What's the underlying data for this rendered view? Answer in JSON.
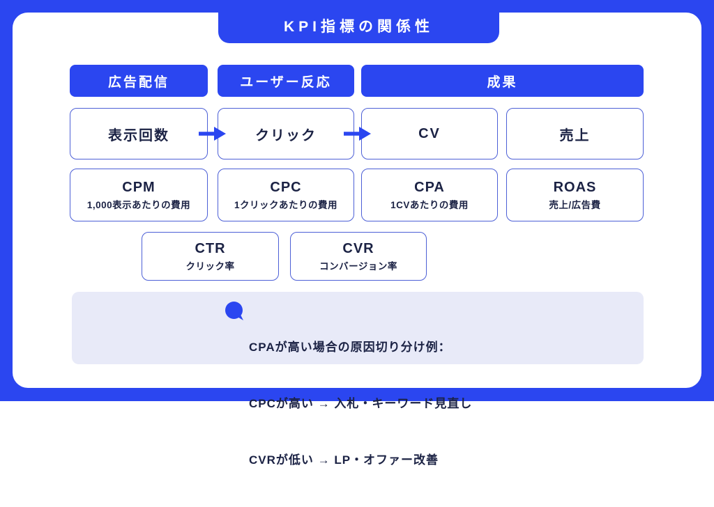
{
  "colors": {
    "primary": "#2B46F0",
    "box_border": "#4C5FD6",
    "text_dark": "#1B2244",
    "note_background": "#E8EAF8",
    "card_background": "#FFFFFF",
    "title_text": "#FFFFFF"
  },
  "title": "KPI指標の関係性",
  "headers": [
    {
      "label": "広告配信"
    },
    {
      "label": "ユーザー反応"
    },
    {
      "label": "成果"
    }
  ],
  "flow": [
    {
      "label": "表示回数"
    },
    {
      "label": "クリック"
    },
    {
      "label": "CV"
    },
    {
      "label": "売上"
    }
  ],
  "arrows": {
    "glyph": "→",
    "count": 2
  },
  "metrics": [
    {
      "title": "CPM",
      "subtitle": "1,000表示あたりの費用"
    },
    {
      "title": "CPC",
      "subtitle": "1クリックあたりの費用"
    },
    {
      "title": "CPA",
      "subtitle": "1CVあたりの費用"
    },
    {
      "title": "ROAS",
      "subtitle": "売上/広告費"
    }
  ],
  "rates": [
    {
      "title": "CTR",
      "subtitle": "クリック率"
    },
    {
      "title": "CVR",
      "subtitle": "コンバージョン率"
    }
  ],
  "note": {
    "icon": "speech-bubble-icon",
    "lines": [
      "CPAが高い場合の原因切り分け例：",
      "CPCが高い → 入札・キーワード見直し",
      "CVRが低い → LP・オファー改善"
    ]
  }
}
